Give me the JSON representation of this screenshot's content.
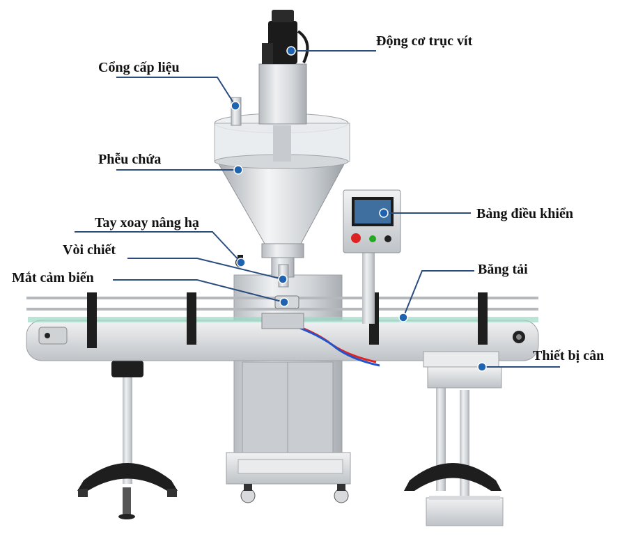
{
  "colors": {
    "leader": "#2b4d7e",
    "dot": "#1f63b0",
    "steel_light": "#e6e8ea",
    "steel_mid": "#c4c8cc",
    "steel_dark": "#8d9297",
    "black": "#1b1b1b",
    "conveyor_belt": "#9ed9c6"
  },
  "labels": {
    "screw_motor": "Động cơ trục vít",
    "feed_port": "Cổng cấp liệu",
    "hopper": "Phễu chứa",
    "control_panel": "Bảng điều khiển",
    "lift_handwheel": "Tay xoay nâng hạ",
    "filling_nozzle": "Vòi chiết",
    "conveyor": "Băng tải",
    "sensor": "Mắt cảm biến",
    "weighing_device": "Thiết bị cân"
  }
}
